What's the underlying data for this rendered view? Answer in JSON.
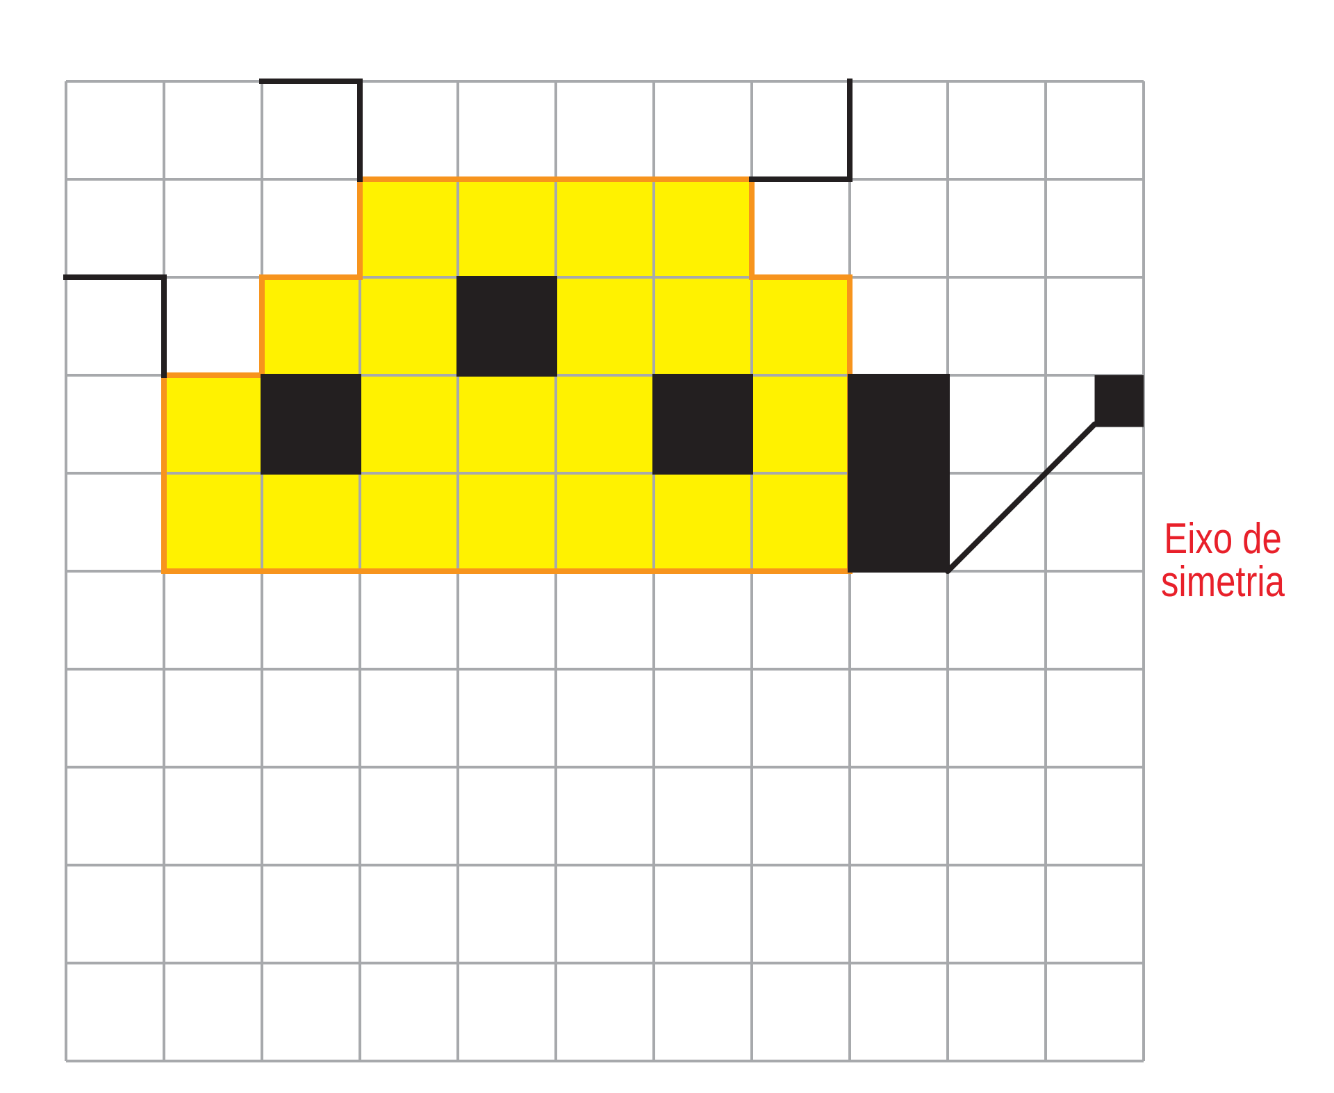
{
  "grid": {
    "columns": 11,
    "rows": 10
  },
  "colors": {
    "grid_line": "#a7a9ac",
    "fill": "#fff200",
    "outline": "#f7941d",
    "black": "#231f20",
    "label": "#e8202a",
    "background": "#ffffff"
  },
  "figure": {
    "outlined_shape_cells": [
      [
        3,
        1
      ],
      [
        4,
        1
      ],
      [
        5,
        1
      ],
      [
        6,
        1
      ],
      [
        2,
        2
      ],
      [
        3,
        2
      ],
      [
        4,
        2
      ],
      [
        5,
        2
      ],
      [
        6,
        2
      ],
      [
        7,
        2
      ],
      [
        1,
        3
      ],
      [
        2,
        3
      ],
      [
        3,
        3
      ],
      [
        4,
        3
      ],
      [
        5,
        3
      ],
      [
        6,
        3
      ],
      [
        7,
        3
      ],
      [
        1,
        4
      ],
      [
        2,
        4
      ],
      [
        3,
        4
      ],
      [
        4,
        4
      ],
      [
        5,
        4
      ],
      [
        6,
        4
      ],
      [
        7,
        4
      ]
    ],
    "black_squares": [
      {
        "name": "black-square-top-center",
        "col": 4,
        "row": 2
      },
      {
        "name": "black-square-left",
        "col": 2,
        "row": 3
      },
      {
        "name": "black-square-right",
        "col": 6,
        "row": 3
      }
    ],
    "black_bar": {
      "col": 8,
      "row_start": 3,
      "row_end": 4
    },
    "steps_left": [
      [
        0,
        2
      ],
      [
        1,
        2
      ],
      [
        1,
        3
      ]
    ],
    "steps_top_left": [
      [
        2,
        0
      ],
      [
        3,
        0
      ],
      [
        3,
        1
      ]
    ],
    "steps_top_right": [
      [
        7,
        1
      ],
      [
        8,
        1
      ],
      [
        8,
        0
      ]
    ],
    "handle_from": [
      9,
      5
    ],
    "handle_to": [
      10.5,
      3.5
    ],
    "small_square": {
      "col_start": 10.5,
      "row_start": 3,
      "size": 0.5
    }
  },
  "symmetry_axis_label": {
    "line1": "Eixo de",
    "line2": "simetria"
  }
}
